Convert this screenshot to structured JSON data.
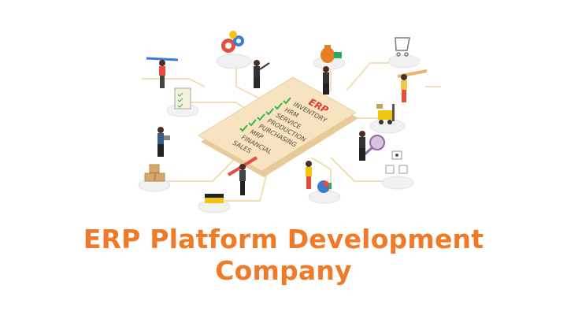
{
  "board": {
    "header": "ERP",
    "items": [
      "INVENTORY",
      "HRM",
      "SERVICE",
      "PRODUCTION",
      "PURCHASING",
      "MRP",
      "FINANCIAL",
      "SALES"
    ]
  },
  "headline": {
    "line1": "ERP Platform Development",
    "line2": "Company"
  },
  "colors": {
    "accent": "#f07a28",
    "board": "#f7e3c0",
    "check": "#3cb44a",
    "lines": "#f2dfb6"
  },
  "icons": [
    "gears-icon",
    "money-bag-icon",
    "shopping-cart-icon",
    "clipboard-icon",
    "forklift-icon",
    "magnifier-icon",
    "boxes-icon",
    "book-icon",
    "org-chart-icon",
    "pie-chart-icon"
  ]
}
